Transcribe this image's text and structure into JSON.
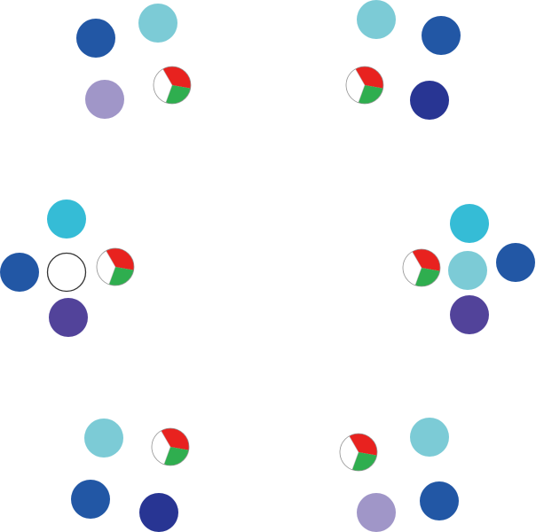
{
  "colors": {
    "blue": "#2257a5",
    "light_cyan": "#7ccbd6",
    "lavender": "#a096c8",
    "navy": "#283593",
    "cyan": "#35bcd6",
    "purple": "#52439a",
    "outline": "#333333",
    "pie_red": "#e8221f",
    "pie_green": "#2fae4f",
    "pie_white": "#ffffff"
  },
  "groups": [
    {
      "name": "top-left",
      "circles": [
        "blue",
        "light_cyan",
        "lavender"
      ]
    },
    {
      "name": "top-right",
      "circles": [
        "light_cyan",
        "blue",
        "navy"
      ]
    },
    {
      "name": "middle-left",
      "circles": [
        "cyan",
        "blue",
        "outline",
        "purple"
      ]
    },
    {
      "name": "middle-right",
      "circles": [
        "cyan",
        "blue",
        "light_cyan",
        "purple"
      ]
    },
    {
      "name": "bottom-left",
      "circles": [
        "light_cyan",
        "blue",
        "navy"
      ]
    },
    {
      "name": "bottom-right",
      "circles": [
        "light_cyan",
        "blue",
        "lavender"
      ]
    }
  ],
  "pie_icon": "tricolor-pie-icon"
}
